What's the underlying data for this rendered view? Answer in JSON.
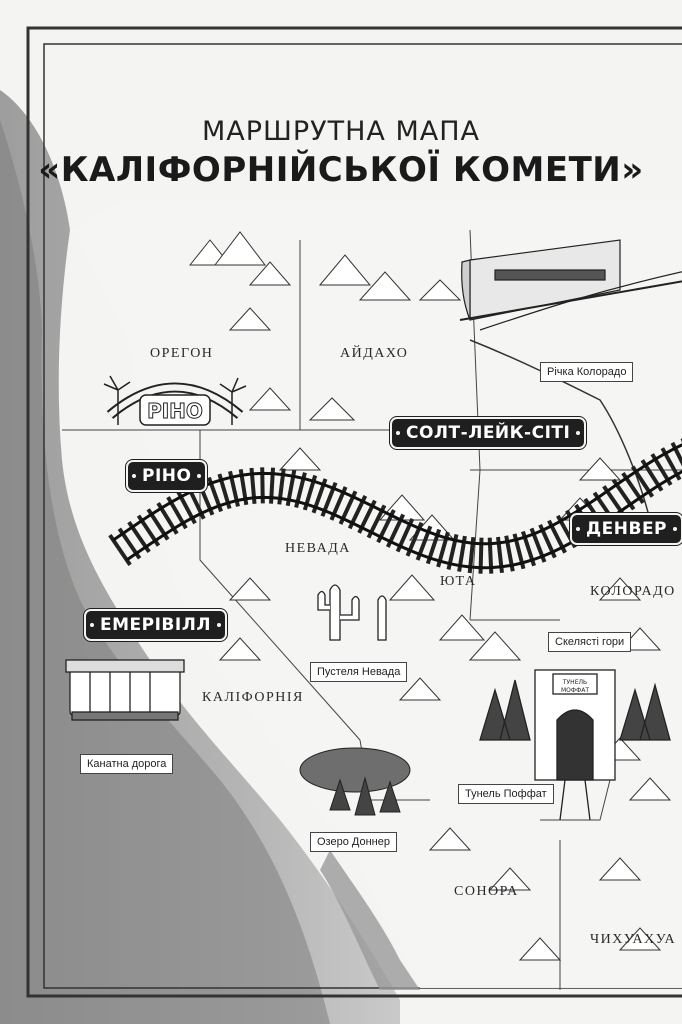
{
  "title": {
    "line1": "МАРШРУТНА МАПА",
    "line2": "«КАЛІФОРНІЙСЬКОЇ КОМЕТИ»"
  },
  "regions": {
    "oregon": "ОРЕГОН",
    "idaho": "АЙДАХО",
    "nevada": "НЕВАДА",
    "utah": "ЮТА",
    "colorado": "КОЛОРАДО",
    "california": "КАЛІФОРНІЯ",
    "sonora": "СОНОРА",
    "chihuahua": "ЧИХУАХУА"
  },
  "stations": {
    "salt_lake_city": "СОЛТ-ЛЕЙК-СІТІ",
    "reno": "РІНО",
    "denver": "ДЕНВЕР",
    "emeryville": "ЕМЕРІВІЛЛ"
  },
  "landmarks": {
    "colorado_river": "Річка Колорадо",
    "rocky_mountains": "Скелясті гори",
    "nevada_desert": "Пустеля Невада",
    "cable_car": "Канатна дорога",
    "moffat_tunnel": "Тунель Поффат",
    "donner_lake": "Озеро Доннер"
  },
  "signs": {
    "reno_arch": "РІНО",
    "tunnel_sign_line1": "ТУНЕЛЬ",
    "tunnel_sign_line2": "МОФФАТ"
  }
}
